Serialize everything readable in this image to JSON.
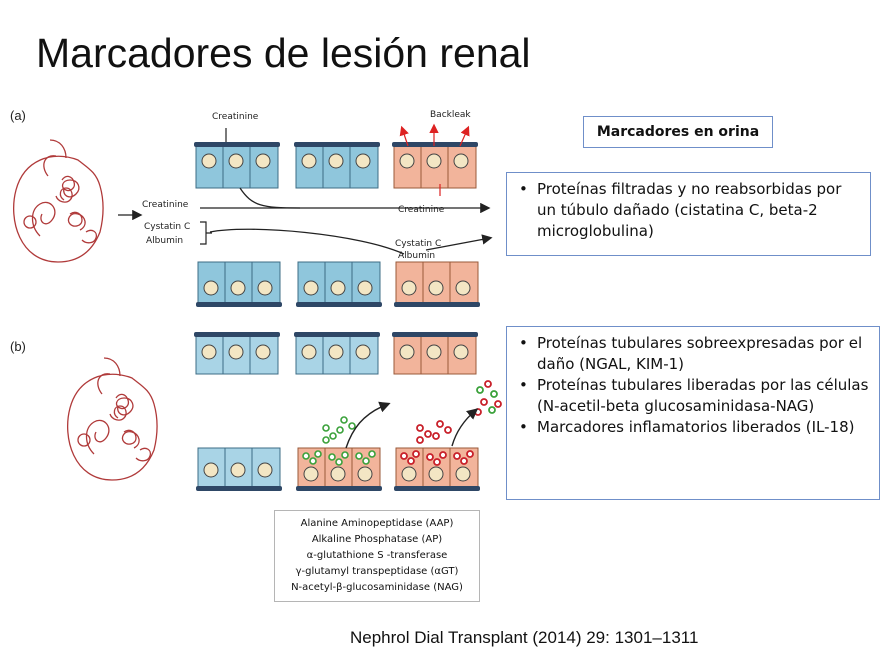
{
  "slide": {
    "title": "Marcadores de lesión renal",
    "panel_a_label": "(a)",
    "panel_b_label": "(b)",
    "citation": "Nephrol Dial Transplant (2014) 29: 1301–1311"
  },
  "figure_labels": {
    "creatinine_top": "Creatinine",
    "backleak": "Backleak",
    "creatinine_left": "Creatinine",
    "cystatin_left": "Cystatin C",
    "albumin_left": "Albumin",
    "creatinine_arrow": "Creatinine",
    "cystatin_right": "Cystatin C",
    "albumin_right": "Albumin"
  },
  "urine_markers": {
    "header": "Marcadores en orina",
    "box1": [
      "Proteínas filtradas y no reabsorbidas por un túbulo dañado (cistatina C, beta-2 microglobulina)"
    ],
    "box2": [
      "Proteínas tubulares sobreexpresadas por el daño (NGAL, KIM-1)",
      "Proteínas tubulares liberadas por las células (N-acetil-beta glucosaminidasa-NAG)",
      "Marcadores inflamatorios liberados (IL-18)"
    ]
  },
  "enzymes": [
    "Alanine Aminopeptidase (AAP)",
    "Alkaline Phosphatase (AP)",
    "α-glutathione S -transferase",
    "γ-glutamyl transpeptidase (αGT)",
    "N-acetyl-β-glucosaminidase (NAG)"
  ],
  "colors": {
    "healthy_cell": "#8fc6dc",
    "damaged_cell": "#f2b49b",
    "membrane": "#2e4766",
    "kidney": "#b03a3a",
    "green_marker": "#3aa13a",
    "red_marker": "#c8202a",
    "box_border": "#6f8fc9"
  }
}
